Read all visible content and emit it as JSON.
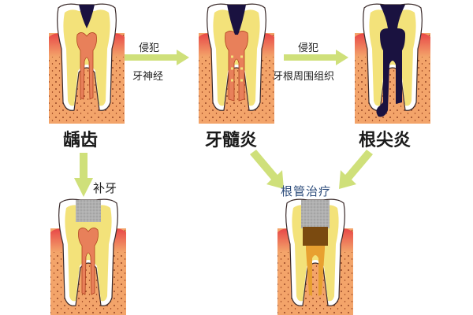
{
  "diagram": {
    "nodes": [
      {
        "id": "caries",
        "label": "龋齿",
        "stage": "dark cavity in enamel"
      },
      {
        "id": "pulpitis",
        "label": "牙髓炎",
        "stage": "cavity reaches pulp, inflamed pulp"
      },
      {
        "id": "periapical",
        "label": "根尖炎",
        "stage": "infection fills root canals, abscess at apex"
      },
      {
        "id": "filling",
        "label": "补牙",
        "stage": "gray filling in crown"
      },
      {
        "id": "root_canal",
        "label": "根管治疗",
        "stage": "gray filling + brown base, root canals filled"
      }
    ],
    "edges": [
      {
        "from": "caries",
        "to": "pulpitis",
        "label_top": "侵犯",
        "label_bottom": "牙神经"
      },
      {
        "from": "pulpitis",
        "to": "periapical",
        "label_top": "侵犯",
        "label_bottom": "牙根周围组织"
      },
      {
        "from": "caries",
        "to": "filling",
        "label": "补牙"
      },
      {
        "from": "pulpitis",
        "to": "root_canal",
        "label": "根管治疗"
      },
      {
        "from": "periapical",
        "to": "root_canal",
        "label": "根管治疗"
      }
    ],
    "colors": {
      "arrow": "#cfe07a",
      "gum": "#e8574a",
      "bone": "#f3a46a",
      "dentin": "#f3e27a",
      "enamel": "#ffffff",
      "pulp": "#e8805a",
      "decay": "#1a1240",
      "filling": "#a8a8a8",
      "base": "#7a4a10",
      "treatment_label": "#2a4a7a"
    }
  },
  "labels": {
    "caries": "龋齿",
    "pulpitis": "牙髓炎",
    "periapical": "根尖炎",
    "filling": "补牙",
    "root_canal": "根管治疗",
    "arrow1_top": "侵犯",
    "arrow1_bottom": "牙神经",
    "arrow2_top": "侵犯",
    "arrow2_bottom": "牙根周围组织"
  }
}
